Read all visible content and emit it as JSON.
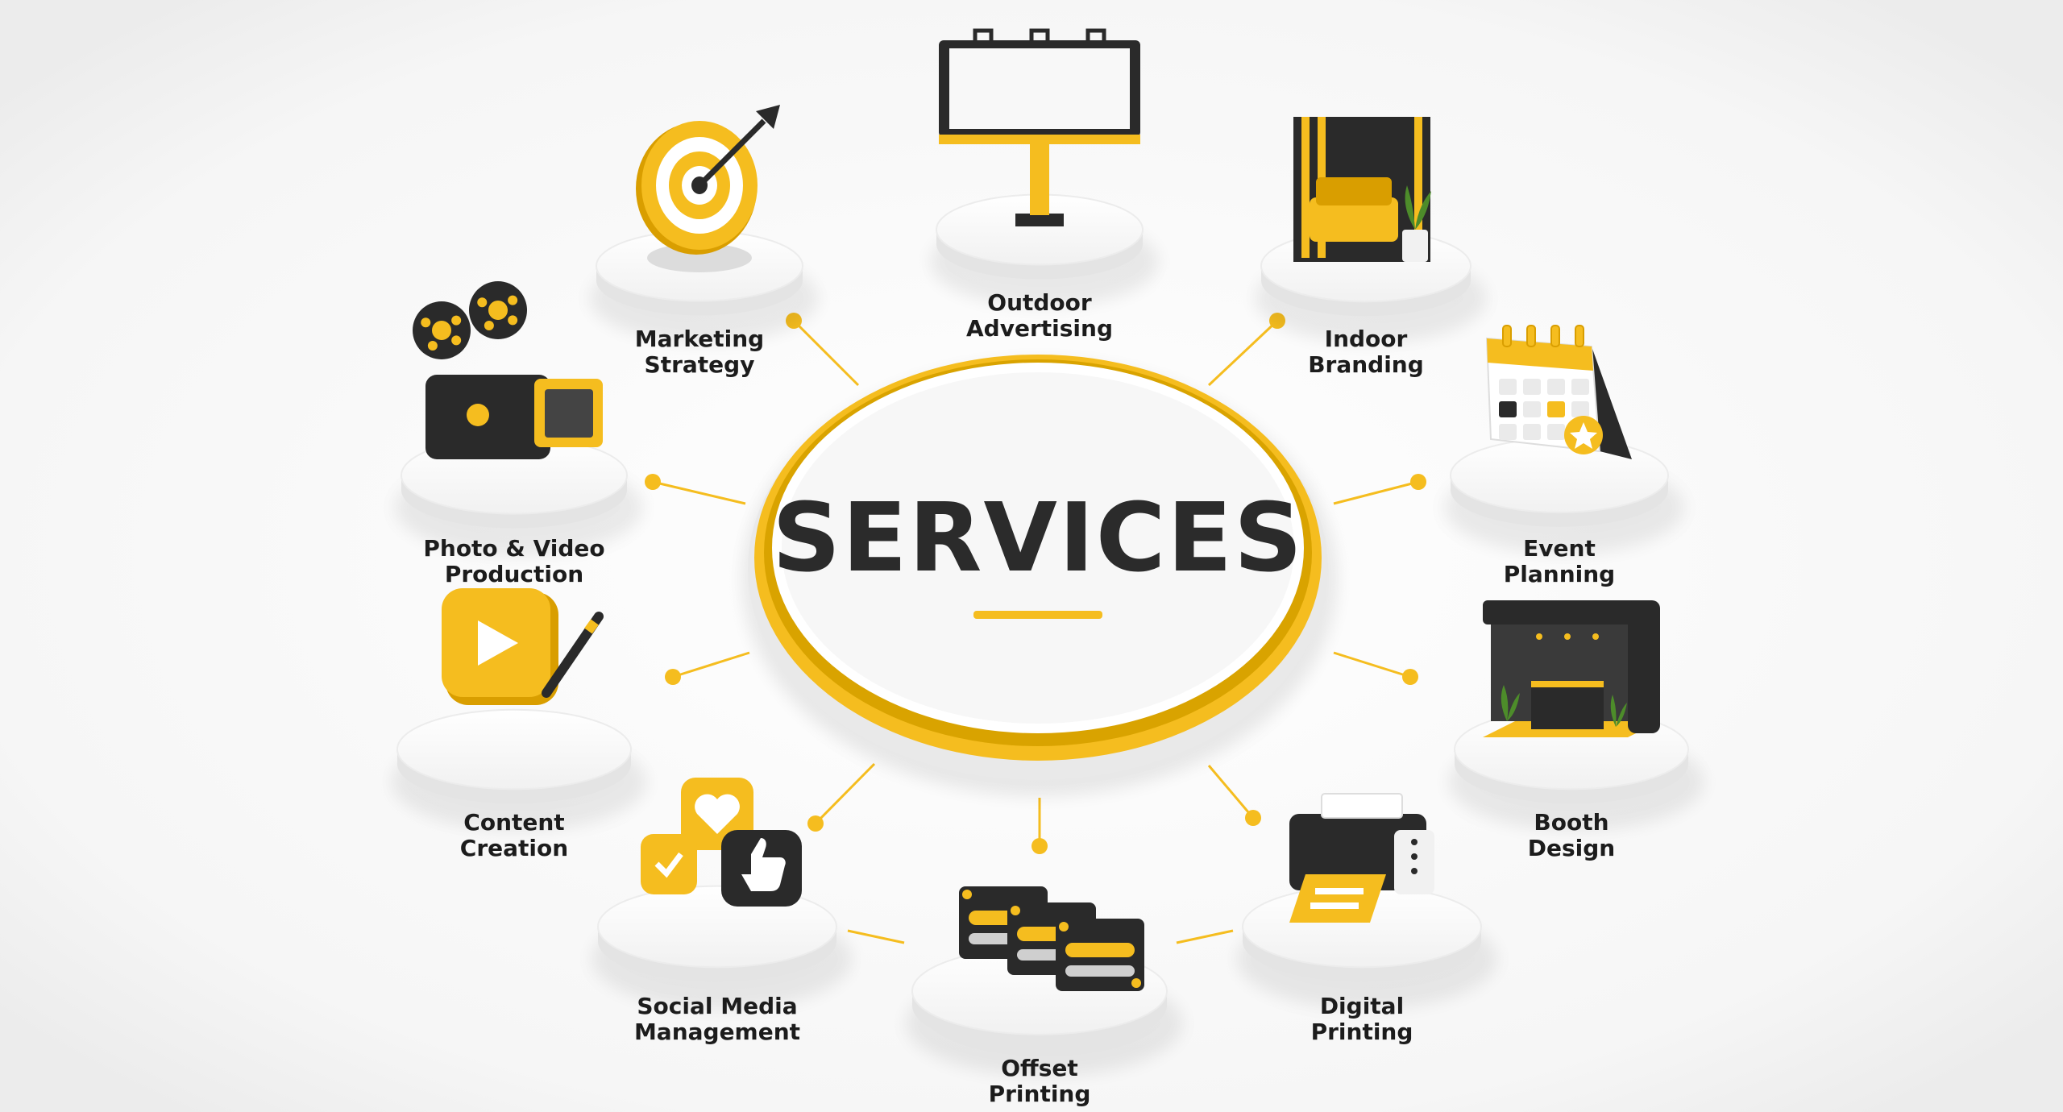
{
  "title": "SERVICES",
  "colors": {
    "accent": "#f5bd1f",
    "accent_dark": "#d99e00",
    "dark": "#2a2a2a",
    "background": "#ffffff",
    "platform": "#f3f3f3"
  },
  "services": [
    {
      "id": "marketing",
      "lines": [
        "Marketing",
        "Strategy"
      ],
      "icon": "target-icon"
    },
    {
      "id": "outdoor",
      "lines": [
        "Outdoor",
        "Advertising"
      ],
      "icon": "billboard-icon"
    },
    {
      "id": "indoor",
      "lines": [
        "Indoor",
        "Branding"
      ],
      "icon": "lounge-icon"
    },
    {
      "id": "event",
      "lines": [
        "Event",
        "Planning"
      ],
      "icon": "calendar-icon"
    },
    {
      "id": "booth",
      "lines": [
        "Booth",
        "Design"
      ],
      "icon": "booth-icon"
    },
    {
      "id": "digital",
      "lines": [
        "Digital",
        "Printing"
      ],
      "icon": "printer-icon"
    },
    {
      "id": "offset",
      "lines": [
        "Offset",
        "Printing"
      ],
      "icon": "offset-press-icon"
    },
    {
      "id": "social",
      "lines": [
        "Social Media",
        "Management"
      ],
      "icon": "social-media-icon"
    },
    {
      "id": "content",
      "lines": [
        "Content",
        "Creation"
      ],
      "icon": "video-play-icon"
    },
    {
      "id": "photo",
      "lines": [
        "Photo & Video",
        "Production"
      ],
      "icon": "film-camera-icon"
    }
  ]
}
